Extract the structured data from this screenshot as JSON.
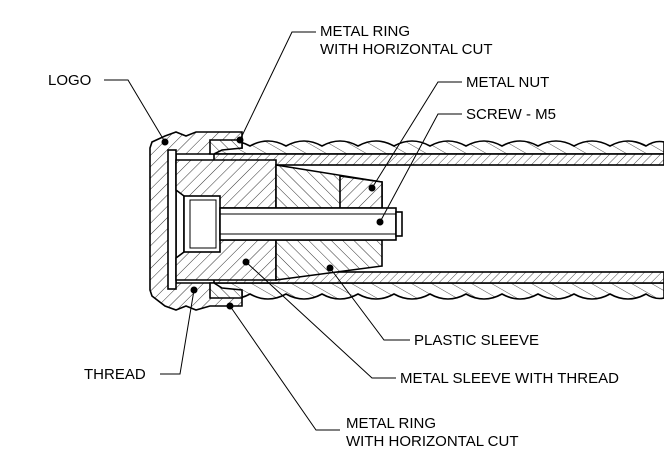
{
  "labels": {
    "logo": "LOGO",
    "ring_top_1": "METAL RING",
    "ring_top_2": "WITH HORIZONTAL CUT",
    "metal_nut": "METAL NUT",
    "screw": "SCREW - M5",
    "plastic_sleeve": "PLASTIC SLEEVE",
    "metal_sleeve": "METAL SLEEVE WITH THREAD",
    "thread": "THREAD",
    "ring_bottom_1": "METAL RING",
    "ring_bottom_2": "WITH HORIZONTAL CUT"
  },
  "colors": {
    "line": "#000000",
    "background": "#ffffff"
  }
}
